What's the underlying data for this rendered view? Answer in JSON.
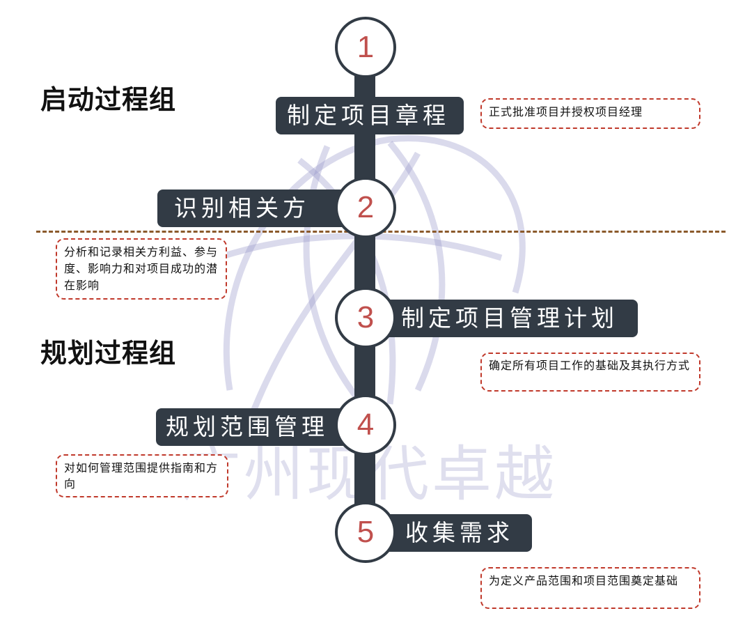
{
  "watermark": {
    "text": "广州现代卓越"
  },
  "groups": [
    {
      "title": "启动过程组"
    },
    {
      "title": "规划过程组"
    }
  ],
  "steps": [
    {
      "number": "1",
      "label": "制定项目章程",
      "description": "正式批准项目并授权项目经理"
    },
    {
      "number": "2",
      "label": "识别相关方",
      "description": "分析和记录相关方利益、参与度、影响力和对项目成功的潜在影响"
    },
    {
      "number": "3",
      "label": "制定项目管理计划",
      "description": "确定所有项目工作的基础及其执行方式"
    },
    {
      "number": "4",
      "label": "规划范围管理",
      "description": "对如何管理范围提供指南和方向"
    },
    {
      "number": "5",
      "label": "收集需求",
      "description": "为定义产品范围和项目范围奠定基础"
    }
  ],
  "colors": {
    "dark": "#323b45",
    "number_red": "#c0504d",
    "desc_border": "#c0392b",
    "divider": "#8b5a2b",
    "watermark": "#9696c8"
  }
}
